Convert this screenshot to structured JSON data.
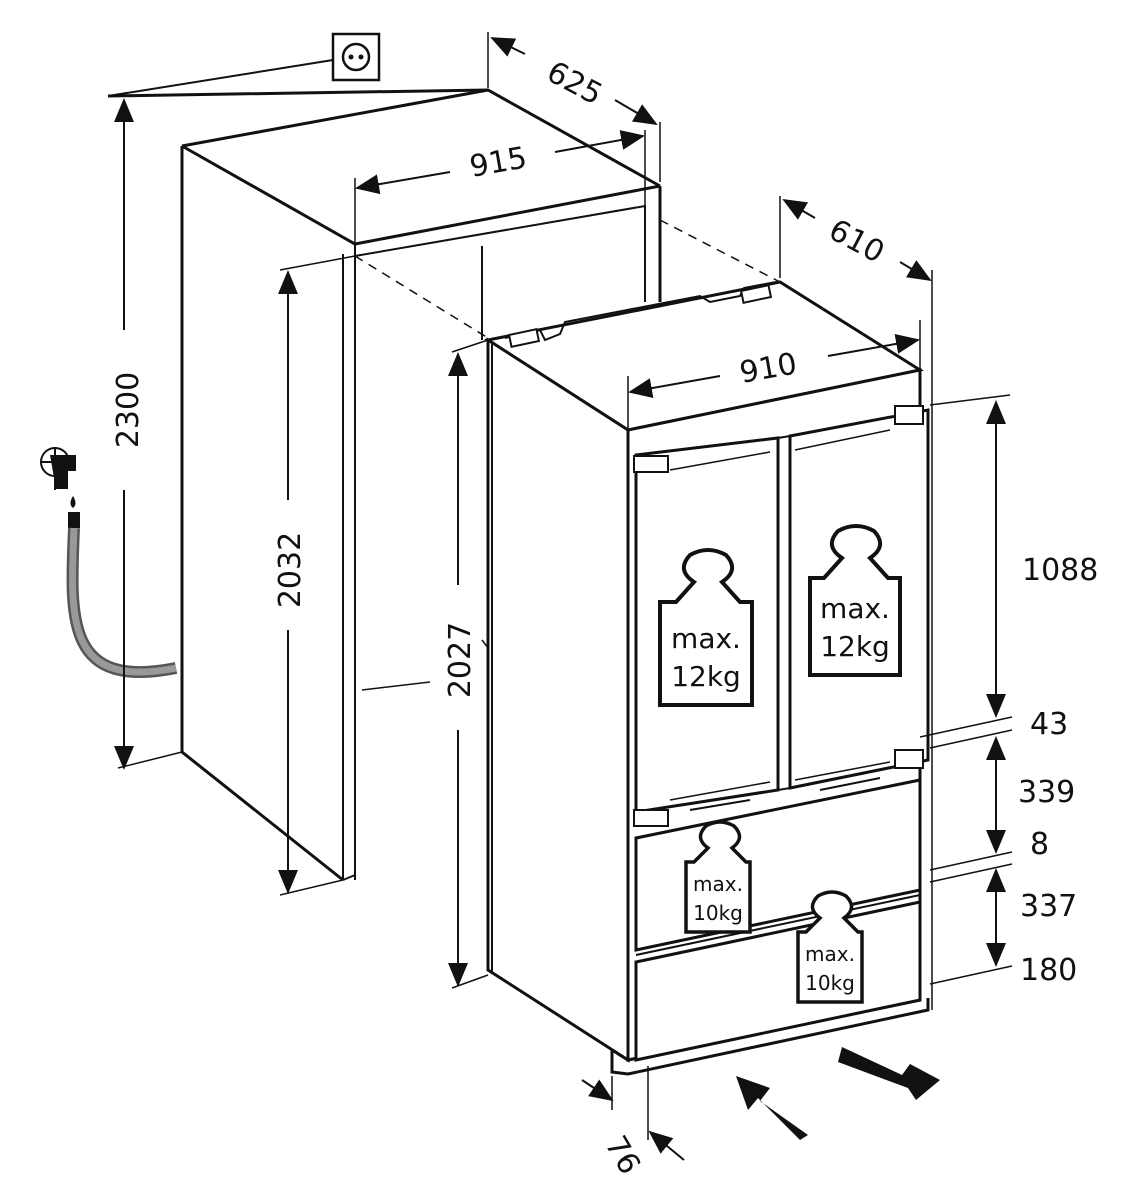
{
  "dimensions": {
    "niche_height": "2300",
    "niche_width": "915",
    "niche_depth": "625",
    "niche_inner_height": "2032",
    "appliance_width": "910",
    "appliance_depth": "610",
    "appliance_height": "2027",
    "upper_door_height": "1088",
    "gap_upper": "43",
    "upper_drawer_height": "339",
    "gap_middle": "8",
    "lower_drawer_height": "337",
    "base_height": "180",
    "plinth_depth": "76"
  },
  "weights": {
    "door_left": {
      "line1": "max.",
      "line2": "12kg"
    },
    "door_right": {
      "line1": "max.",
      "line2": "12kg"
    },
    "drawer_upper": {
      "line1": "max.",
      "line2": "10kg"
    },
    "drawer_lower": {
      "line1": "max.",
      "line2": "10kg"
    }
  },
  "icons": [
    "power-socket-icon",
    "water-tap-icon",
    "weight-icon",
    "direction-arrow-icon"
  ]
}
